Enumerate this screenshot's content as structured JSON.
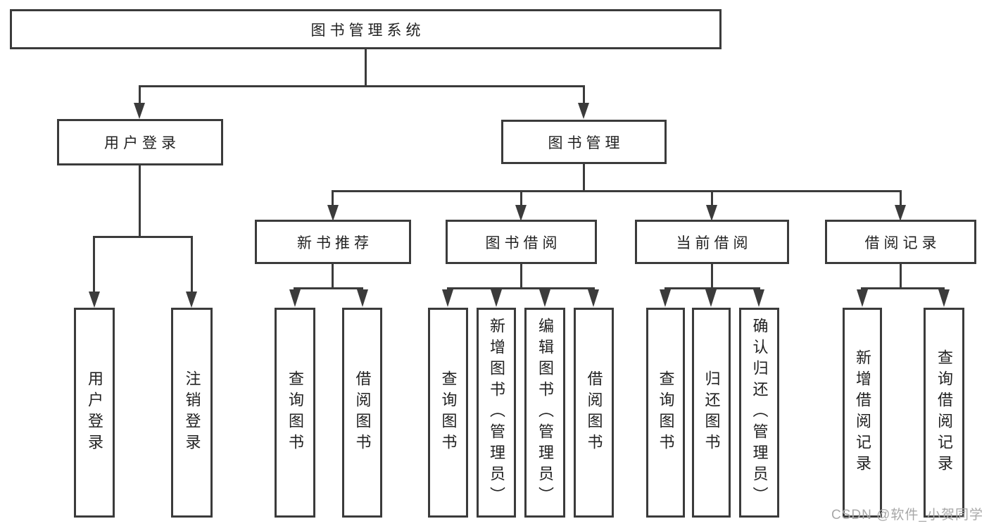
{
  "title": "图书管理系统",
  "tree": {
    "user": {
      "label": "用户登录",
      "leaves": [
        "用户登录",
        "注销登录"
      ]
    },
    "mgmt": {
      "label": "图书管理",
      "groups": [
        {
          "label": "新书推荐",
          "leaves": [
            "查询图书",
            "借阅图书"
          ]
        },
        {
          "label": "图书借阅",
          "leaves": [
            "查询图书",
            "新增图书（管理员）",
            "编辑图书（管理员）",
            "借阅图书"
          ]
        },
        {
          "label": "当前借阅",
          "leaves": [
            "查询图书",
            "归还图书",
            "确认归还（管理员）"
          ]
        },
        {
          "label": "借阅记录",
          "leaves": [
            "新增借阅记录",
            "查询借阅记录"
          ]
        }
      ]
    }
  },
  "watermark": {
    "text": "CSDN @软件_小贺同学",
    "color": "#a8a8a8"
  },
  "colors": {
    "line": "#3b3b3b",
    "text": "#222222",
    "background": "#ffffff"
  }
}
